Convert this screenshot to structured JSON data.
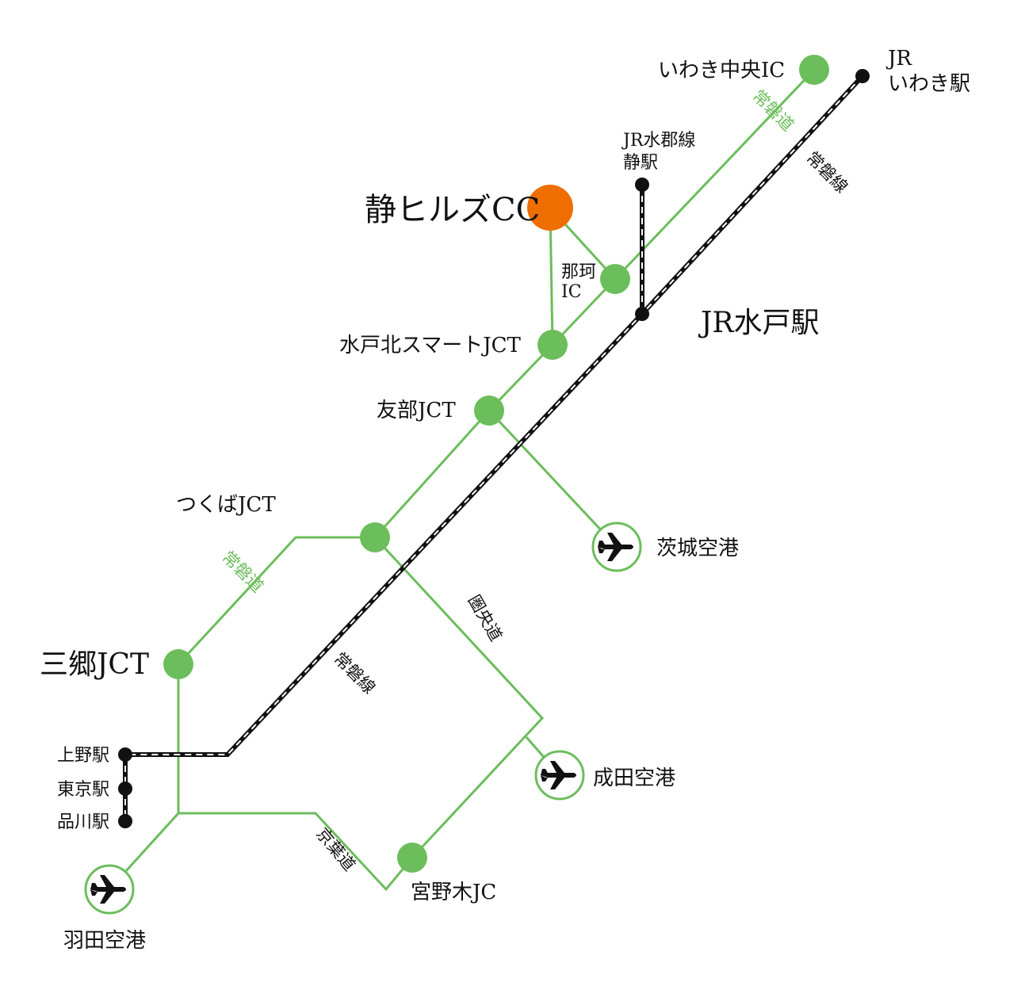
{
  "colors": {
    "expressway": "#6cbd5c",
    "rail": "#111111",
    "golf_club": "#ee6e00",
    "background": "#ffffff"
  },
  "destination": {
    "label": "静ヒルズCC"
  },
  "interchanges": {
    "iwaki_chuo": "いわき中央IC",
    "naka_line1": "那珂",
    "naka_line2": "IC",
    "mito_kita": "水戸北スマートJCT",
    "tomobe": "友部JCT",
    "tsukuba": "つくばJCT",
    "misato": "三郷JCT",
    "miyanogi": "宮野木JC"
  },
  "stations": {
    "iwaki_line1": "JR",
    "iwaki_line2": "いわき駅",
    "shizu_line1": "JR水郡線",
    "shizu_line2": "静駅",
    "mito": "JR水戸駅",
    "ueno": "上野駅",
    "tokyo": "東京駅",
    "shinagawa": "品川駅"
  },
  "airports": {
    "ibaraki": "茨城空港",
    "narita": "成田空港",
    "haneda": "羽田空港",
    "icon": "airplane-icon"
  },
  "route_names": {
    "joban_expressway": "常磐道",
    "joban_line": "常磐線",
    "ken_o_do": "圏央道",
    "keiyo_do": "京葉道"
  }
}
